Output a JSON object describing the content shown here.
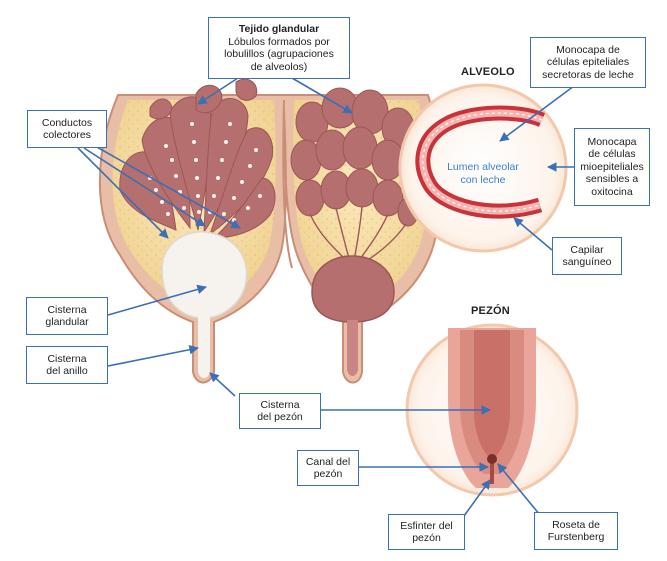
{
  "sections": {
    "alveolo": "ALVEOLO",
    "pezon": "PEZÓN"
  },
  "labels": {
    "tejido": {
      "title": "Tejido glandular",
      "lines": [
        "Lóbulos formados por",
        "lobulillos (agrupaciones",
        "de alveolos)"
      ]
    },
    "conductos": {
      "lines": [
        "Conductos",
        "colectores"
      ]
    },
    "cisterna_glandular": {
      "lines": [
        "Cisterna",
        "glandular"
      ]
    },
    "cisterna_anillo": {
      "lines": [
        "Cisterna",
        "del anillo"
      ]
    },
    "cisterna_pezon": {
      "lines": [
        "Cisterna",
        "del pezón"
      ]
    },
    "canal_pezon": {
      "lines": [
        "Canal del",
        "pezón"
      ]
    },
    "esfinter": {
      "lines": [
        "Esfinter del",
        "pezón"
      ]
    },
    "roseta": {
      "lines": [
        "Roseta de",
        "Furstenberg"
      ]
    },
    "monocapa_secretora": {
      "lines": [
        "Monocapa de",
        "células epiteliales",
        "secretoras de leche"
      ]
    },
    "monocapa_mioepitelial": {
      "lines": [
        "Monocapa",
        "de células",
        "mioepiteliales",
        "sensibles a",
        "oxitocina"
      ]
    },
    "capilar": {
      "lines": [
        "Capilar",
        "sanguíneo"
      ]
    },
    "lumen": {
      "lines": [
        "Lumen alveolar",
        "con leche"
      ]
    }
  },
  "colors": {
    "label_border": "#3b6fb6",
    "arrow": "#3b6fb6",
    "fat_tissue": "#f3dca4",
    "gland": "#b66f6f",
    "gland_dark": "#9c5656",
    "cistern_milk": "#f6f3ee",
    "skin": "#e8bfa6",
    "alveolus_wall": "#c8323a",
    "lumen_text": "#3d7fd0"
  }
}
